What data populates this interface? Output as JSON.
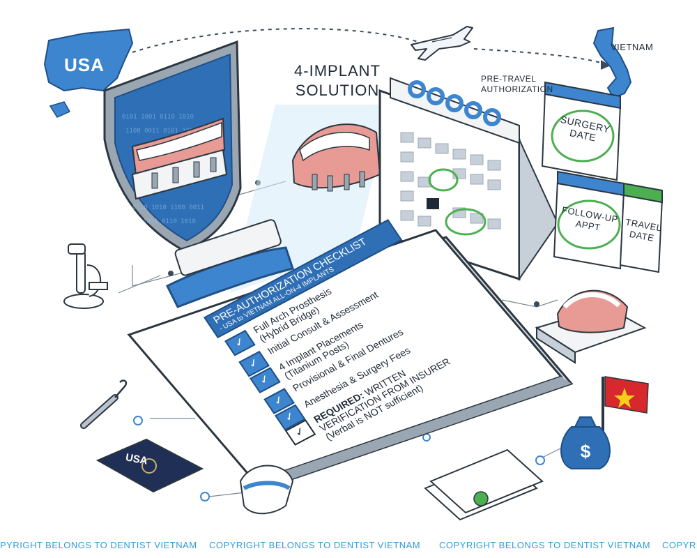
{
  "map": {
    "origin_label": "USA",
    "destination_label": "VIETNAM",
    "route_label_line1": "PRE-TRAVEL",
    "route_label_line2": "AUTHORIZATION"
  },
  "solution": {
    "title_line1": "4-IMPLANT",
    "title_line2": "SOLUTION"
  },
  "calendar_notes": {
    "surgery_line1": "SURGERY",
    "surgery_line2": "DATE",
    "followup_line1": "FOLLOW-UP",
    "followup_line2": "APPT",
    "travel_line1": "TRAVEL",
    "travel_line2": "DATE"
  },
  "checklist": {
    "title": "PRE-AUTHORIZATION CHECKLIST",
    "subtitle": "- USA to VIETNAM ALL-ON-4 IMPLANTS",
    "items": [
      {
        "line1": "Full Arch Prosthesis",
        "line2": "(Hybrid Bridge)",
        "check": "✓"
      },
      {
        "line1": "Initial Consult & Assessment",
        "line2": "",
        "check": "✓"
      },
      {
        "line1": "4 Implant Placements",
        "line2": "(Titanium Posts)",
        "check": "✓"
      },
      {
        "line1": "Provisional & Final Dentures",
        "line2": "",
        "check": "✓"
      },
      {
        "line1": "Anesthesia & Surgery Fees",
        "line2": "",
        "check": "✓"
      }
    ],
    "required": {
      "bold": "REQUIRED:",
      "line1_rest": " WRITTEN",
      "line2": "VERIFICATION FROM INSURER",
      "line3": "(Verbal is NOT sufficient)",
      "check": "✓"
    }
  },
  "passport": {
    "label": "USA"
  },
  "money_bag": {
    "symbol": "$"
  },
  "watermark": {
    "pieces": [
      "PYRIGHT BELONGS TO DENTIST VIETNAM",
      "COPYRIGHT BELONGS TO DENTIST VIETNAM",
      "COPYRIGHT BELONGS TO DENTIST VIETNAM",
      "COPYRI"
    ]
  },
  "colors": {
    "primary_blue": "#2f6fb5",
    "light_blue": "#cfe6f7",
    "accent_green": "#4caf50",
    "gum_pink": "#e79b94",
    "flag_red": "#d6282d",
    "flag_star": "#f5d017",
    "watermark": "#2f9bd6"
  }
}
